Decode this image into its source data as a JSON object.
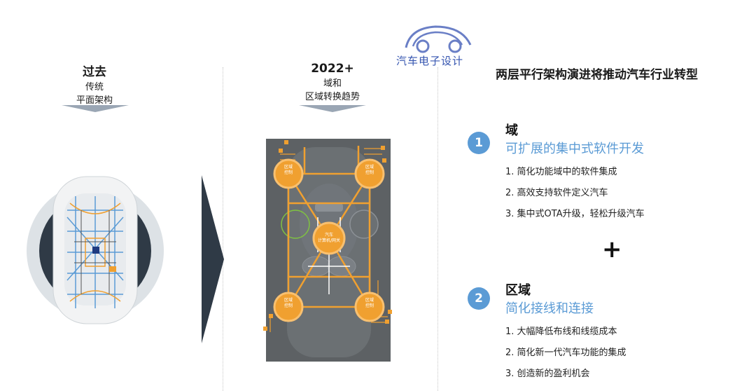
{
  "watermark": {
    "text": "汽车电子设计"
  },
  "past": {
    "title": "过去",
    "line1": "传统",
    "line2": "平面架构"
  },
  "future": {
    "title": "2022+",
    "line1": "域和",
    "line2": "区域转换趋势"
  },
  "main_title": "两层平行架构演进将推动汽车行业转型",
  "diagram": {
    "zone_label": "区域\n控制",
    "central_label": "汽车\n计算机/网关"
  },
  "plus": "+",
  "sections": [
    {
      "num": "1",
      "title": "域",
      "subtitle": "可扩展的集中式软件开发",
      "items": [
        "1.  简化功能域中的软件集成",
        "2.  高效支持软件定义汽车",
        "3.  集中式OTA升级，轻松升级汽车"
      ]
    },
    {
      "num": "2",
      "title": "区域",
      "subtitle": "简化接线和连接",
      "items": [
        "1.  大幅降低布线和线缆成本",
        "2.  简化新一代汽车功能的集成",
        "3.  创造新的盈利机会"
      ]
    }
  ],
  "colors": {
    "accent": "#5b9bd5",
    "orange": "#f0a030",
    "dark_panel": "#5d6164",
    "arrow": "#2f3a46"
  }
}
